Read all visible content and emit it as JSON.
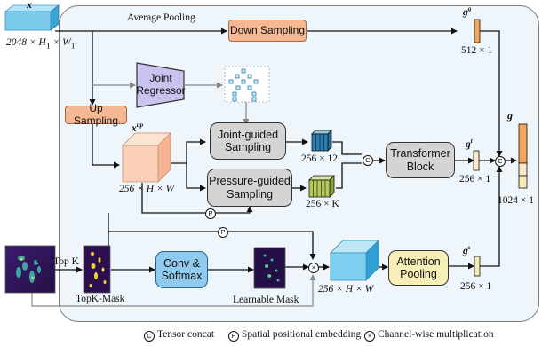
{
  "inputs": {
    "x_label": "x",
    "x_dims": "2048 × H",
    "x_dims_sub1": "1",
    "x_dims_mid": " × W",
    "x_dims_sub2": "1"
  },
  "edges": {
    "average_pooling": "Average Pooling",
    "top_k": "Top K"
  },
  "modules": {
    "down_sampling": "Down Sampling",
    "up_sampling": "Up Sampling",
    "joint_regressor": "Joint Regressor",
    "joint_guided_sampling": "Joint-guided Sampling",
    "pressure_guided_sampling": "Pressure-guided Sampling",
    "transformer_block": "Transformer Block",
    "conv_softmax": "Conv & Softmax",
    "attention_pooling": "Attention Pooling"
  },
  "features": {
    "g_g_label": "g",
    "g_g_sup": "g",
    "g_g_dim": "512 × 1",
    "x_up_label": "x",
    "x_up_sup": "up",
    "x_up_dim": "256 × H × W",
    "joint_feat_dim": "256 × 12",
    "pressure_feat_dim": "256 × K",
    "g_t_label": "g",
    "g_t_sup": "t",
    "g_t_dim": "256 × 1",
    "g_s_label": "g",
    "g_s_sup": "s",
    "g_s_dim": "256 × 1",
    "masked_dim": "256 × H × W",
    "g_label": "g",
    "g_dim": "1024 × 1"
  },
  "masks": {
    "topk_mask": "TopK-Mask",
    "learnable_mask": "Learnable Mask"
  },
  "operators": {
    "concat": "C",
    "positional": "P",
    "multiply": "×"
  },
  "legend": {
    "concat": "Tensor concat",
    "positional": "Spatial positional embedding",
    "multiply": "Channel-wise multiplication"
  },
  "colors": {
    "panel": "#eef5fb",
    "sampling_module": "#f6b793",
    "processing_module": "#d4d4d4",
    "conv_module": "#8fcbee",
    "attention_module": "#f7eeb8",
    "joint_feature": "#2b7fb3",
    "pressure_feature": "#b6c95b",
    "global_feature": "#f2a65a",
    "mask_background": "#2b0f4f",
    "mask_highlight": "#f0d23a"
  }
}
